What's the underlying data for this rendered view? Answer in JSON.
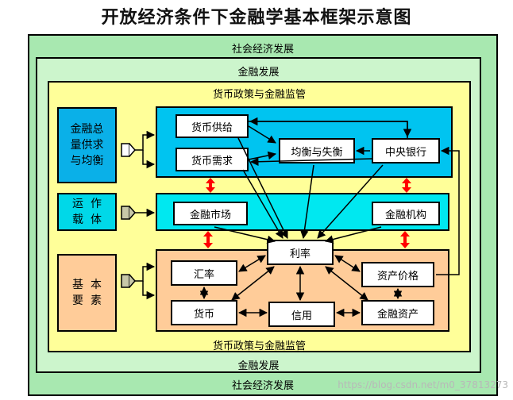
{
  "title": "开放经济条件下金融学基本框架示意图",
  "layers": {
    "social_top": "社会经济发展",
    "social_bottom": "社会经济发展",
    "finance_top": "金融发展",
    "finance_bottom": "金融发展",
    "policy_top": "货币政策与金融监管",
    "policy_bottom": "货币政策与金融监管"
  },
  "left": {
    "balance": "金融总\n量供求\n与均衡",
    "carrier": "运  作\n载  体",
    "elements": "基  本\n要  素"
  },
  "top_group": {
    "money_supply": "货币供给",
    "money_demand": "货币需求",
    "balance": "均衡与失衡",
    "central_bank": "中央银行"
  },
  "mid_group": {
    "market": "金融市场",
    "institution": "金融机构"
  },
  "bottom_group": {
    "interest": "利率",
    "exchange_rate": "汇率",
    "asset_price": "资产价格",
    "currency": "货币",
    "credit": "信用",
    "financial_asset": "金融资产"
  },
  "watermark": "https://blog.csdn.net/m0_37813273",
  "colors": {
    "outer_green": "#a8e8b0",
    "inner_green": "#ccf5cc",
    "yellow": "#ffff99",
    "cyan": "#00c4f0",
    "aqua": "#00e8f0",
    "peach": "#ffcc99",
    "left_blue": "#0ab0e8",
    "left_aqua": "#00d8e8",
    "left_peach": "#ffcc99",
    "red_arrow": "#ff0000"
  }
}
